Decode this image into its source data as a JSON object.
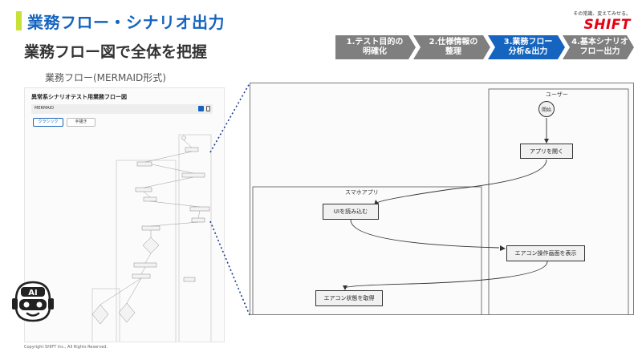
{
  "slide": {
    "title": "業務フロー・シナリオ出力",
    "subtitle": "業務フロー図で全体を把握",
    "section_label": "業務フロー(MERMAID形式)",
    "copyright": "Copyright SHIFT Inc., All Rights Reserved.",
    "accent_color": "#c8e03a",
    "title_color": "#1565c0"
  },
  "logo": {
    "tagline": "その常識、変えてみせる。",
    "brand": "SHIFT",
    "brand_color": "#e60012"
  },
  "steps": [
    {
      "line1": "1.テスト目的の",
      "line2": "明確化",
      "state": "done"
    },
    {
      "line1": "2.仕様情報の",
      "line2": "整理",
      "state": "done"
    },
    {
      "line1": "3.業務フロー",
      "line2": "分析&出力",
      "state": "active"
    },
    {
      "line1": "4.基本シナリオ",
      "line2": "フロー出力",
      "state": "done"
    }
  ],
  "thumbnail": {
    "title": "異常系シナリオテスト用業務フロー図",
    "bar_label": "MERMAID",
    "tabs": [
      {
        "label": "クラシック",
        "active": true
      },
      {
        "label": "手描き",
        "active": false
      }
    ]
  },
  "zoom": {
    "lanes": [
      {
        "label": "ユーザー"
      },
      {
        "label": "スマホアプリ"
      }
    ],
    "nodes": {
      "start": "開始",
      "open_app": "アプリを開く",
      "load_ui": "UIを読み込む",
      "show_ac_screen": "エアコン操作画面を表示",
      "get_ac_state": "エアコン状態を取得"
    }
  },
  "ai_badge": {
    "label": "AI"
  }
}
